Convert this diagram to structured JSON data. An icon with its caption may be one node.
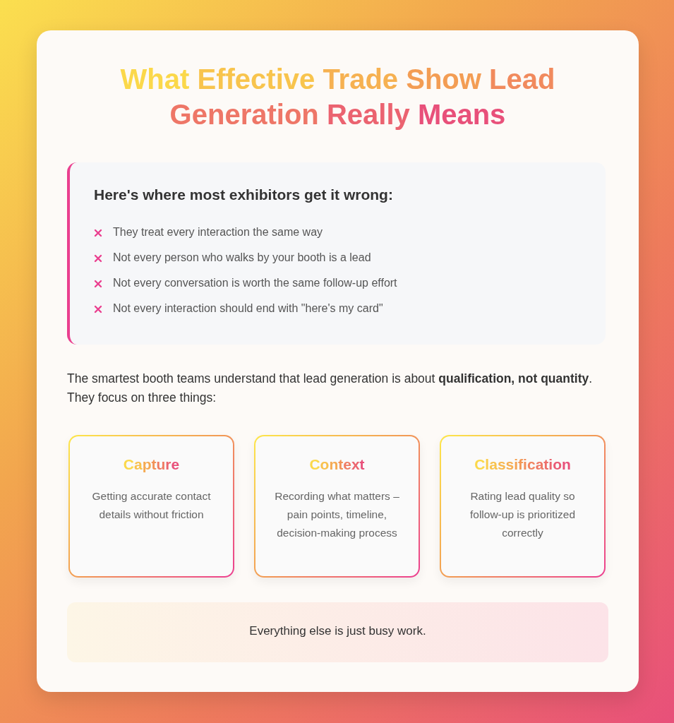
{
  "diagram": {
    "title": "What Effective Trade Show Lead Generation Really Means",
    "nodes": [
      {
        "text": [
          "Here's where most exhibitors get it wrong:",
          "They treat every interaction the same way",
          "Not every person who walks by your booth is a lead",
          "Not every conversation is worth the same follow-up effort",
          "Not every interaction should end with \"here's my card\""
        ]
      },
      {
        "text": [
          "Capture",
          "Getting accurate contact details without friction"
        ]
      },
      {
        "text": [
          "Context",
          "Recording what matters – pain points, timeline, decision-making process"
        ]
      },
      {
        "text": [
          "Classification",
          "Rating lead quality so follow-up is prioritized correctly"
        ]
      },
      {
        "text": [
          "Everything else is just busy work."
        ]
      }
    ],
    "labels": [
      "The smartest booth teams understand that lead generation is about **qualification, not quantity**. They focus on three things:"
    ]
  }
}
